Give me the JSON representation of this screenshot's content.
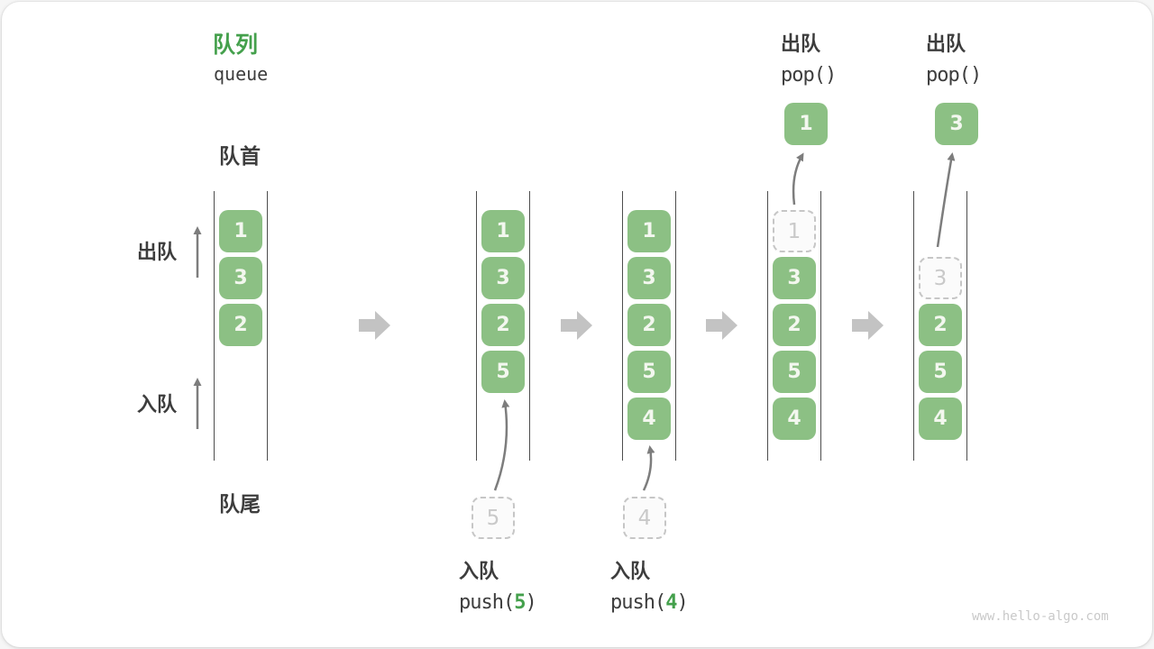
{
  "title": {
    "zh": "队列",
    "en": "queue"
  },
  "side_labels": {
    "front": "队首",
    "rear": "队尾",
    "dequeue": "出队",
    "enqueue": "入队"
  },
  "operations": {
    "push5": {
      "label": "入队",
      "fn": "push(",
      "arg": "5",
      "close": ")"
    },
    "push4": {
      "label": "入队",
      "fn": "push(",
      "arg": "4",
      "close": ")"
    },
    "pop_first": {
      "label": "出队",
      "code": "pop()"
    },
    "pop_second": {
      "label": "出队",
      "code": "pop()"
    }
  },
  "queues": [
    {
      "boxes": [
        "1",
        "3",
        "2"
      ]
    },
    {
      "boxes": [
        "1",
        "3",
        "2",
        "5"
      ],
      "pending": "5"
    },
    {
      "boxes": [
        "1",
        "3",
        "2",
        "5",
        "4"
      ],
      "pending": "4"
    },
    {
      "popped": "1",
      "ghost": "1",
      "boxes": [
        "3",
        "2",
        "5",
        "4"
      ]
    },
    {
      "popped": "3",
      "ghost": "3",
      "boxes": [
        "2",
        "5",
        "4"
      ]
    }
  ],
  "watermark": "www.hello-algo.com",
  "colors": {
    "box_green": "#8cc084",
    "accent_green": "#44a04c",
    "text_dark": "#3d3d3d",
    "block_arrow_gray": "#c3c3c3",
    "thin_arrow_gray": "#7d7d7d",
    "wall_gray": "#4d4d4d"
  }
}
